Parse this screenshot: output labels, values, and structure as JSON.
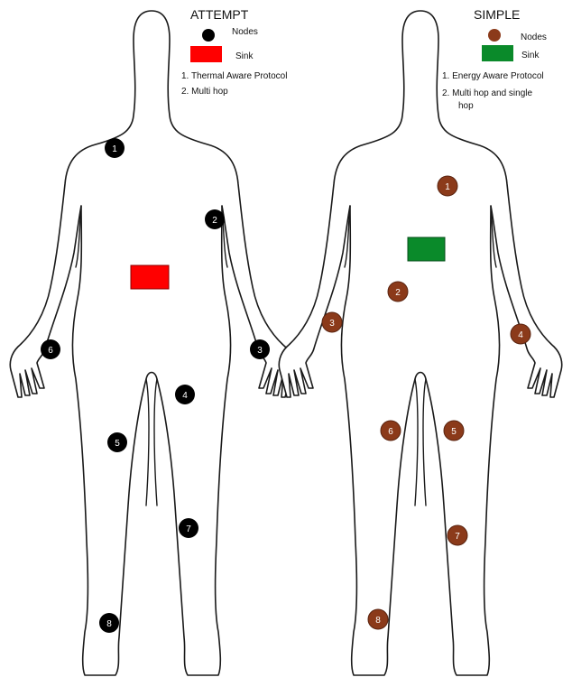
{
  "panels": [
    {
      "id": "attempt",
      "title": "ATTEMPT",
      "legend": {
        "nodes_label": "Nodes",
        "sink_label": "Sink",
        "node_color": "#000000",
        "sink_color": "#ff0000",
        "features": [
          "1. Thermal Aware Protocol",
          "2. Multi  hop"
        ]
      },
      "node_text_color": "#ffffff",
      "nodes": [
        "1",
        "2",
        "3",
        "4",
        "5",
        "6",
        "7",
        "8"
      ]
    },
    {
      "id": "simple",
      "title": "SIMPLE",
      "legend": {
        "nodes_label": "Nodes",
        "sink_label": "Sink",
        "node_color": "#8b3a1a",
        "sink_color": "#0a8a2a",
        "features": [
          "1. Energy Aware Protocol",
          "2. Multi hop and single",
          "hop"
        ]
      },
      "node_text_color": "#ffffff",
      "nodes": [
        "1",
        "2",
        "3",
        "4",
        "5",
        "6",
        "7",
        "8"
      ]
    }
  ]
}
